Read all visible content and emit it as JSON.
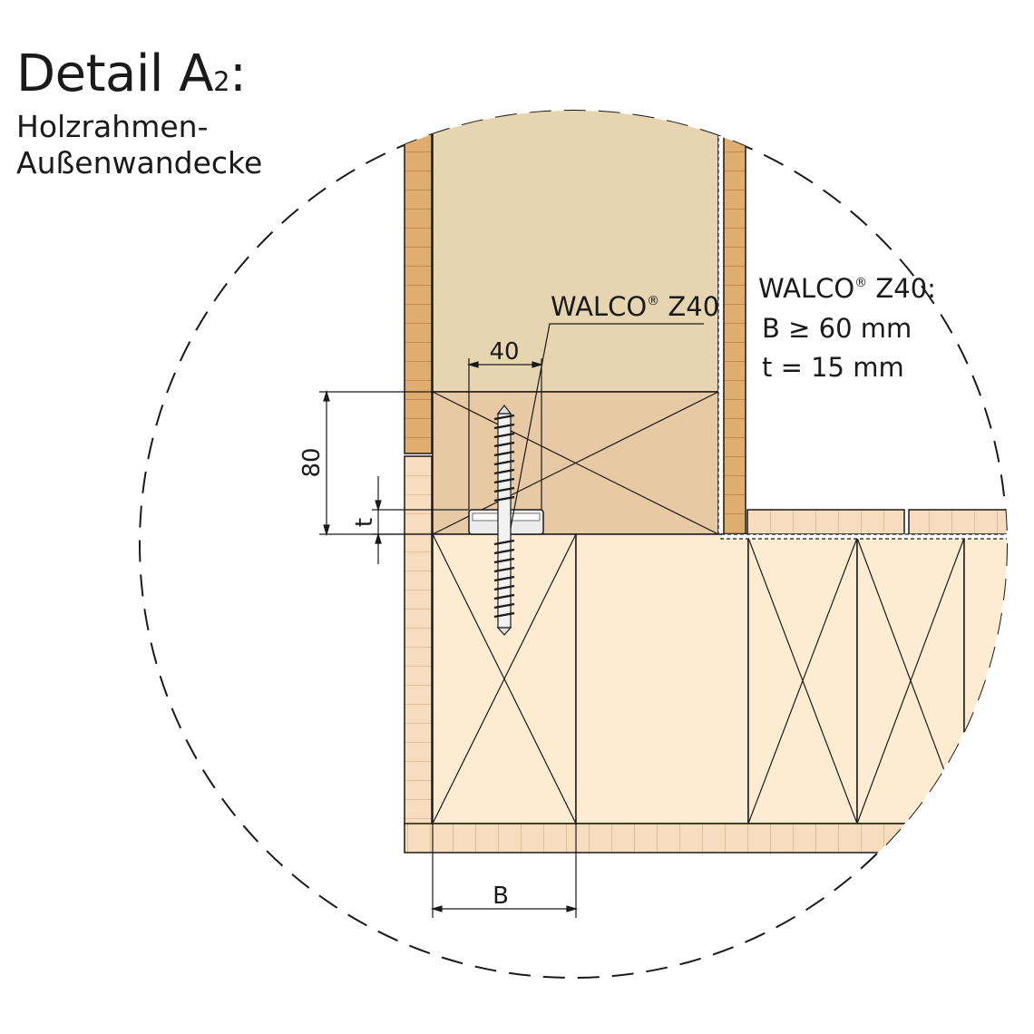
{
  "title": {
    "main": "Detail A",
    "sub": "2",
    "colon": ":",
    "line2": "Holzrahmen-",
    "line3": "Außenwandecke"
  },
  "callout": {
    "product": "WALCO",
    "reg": "®",
    "model": " Z40"
  },
  "spec": {
    "product": "WALCO",
    "reg": "®",
    "model": " Z40:",
    "line_b": "B ≥ 60 mm",
    "line_t": "t = 15 mm"
  },
  "dimensions": {
    "width": "40",
    "height": "80",
    "washer": "t",
    "bottom": "B"
  },
  "colors": {
    "board": "#dfae6f",
    "board_light": "#f7ddbe",
    "insulation": "#e6d5b0",
    "insulation_dark": "#e7c9a3",
    "timber_light": "#fdebd2",
    "line": "#1a1a1a"
  }
}
